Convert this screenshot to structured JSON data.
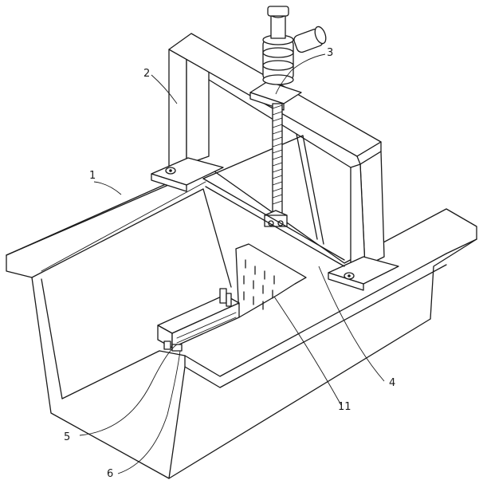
{
  "labels": {
    "l1": "1",
    "l2": "2",
    "l3": "3",
    "l4": "4",
    "l5": "5",
    "l6": "6",
    "l11": "11"
  }
}
